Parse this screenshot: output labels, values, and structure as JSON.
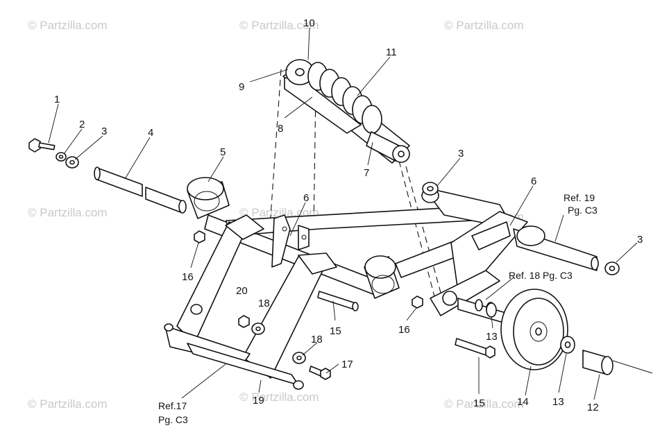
{
  "watermark": {
    "text": "© Partzilla.com",
    "color": "#c9c9c9"
  },
  "callouts": {
    "n1": "1",
    "n2": "2",
    "n3a": "3",
    "n4": "4",
    "n5": "5",
    "n6a": "6",
    "n7": "7",
    "n8": "8",
    "n9": "9",
    "n10": "10",
    "n11": "11",
    "n3b": "3",
    "n6b": "6",
    "n3c": "3",
    "n16a": "16",
    "n16b": "16",
    "n20": "20",
    "n18a": "18",
    "n15a": "15",
    "n18b": "18",
    "n17": "17",
    "n19": "19",
    "n13a": "13",
    "n15b": "15",
    "n14": "14",
    "n13b": "13",
    "n12": "12"
  },
  "references": {
    "ref19_line1": "Ref. 19",
    "ref19_line2": "Pg. C3",
    "ref18": "Ref. 18 Pg. C3",
    "ref17_line1": "Ref.17",
    "ref17_line2": "Pg. C3"
  }
}
